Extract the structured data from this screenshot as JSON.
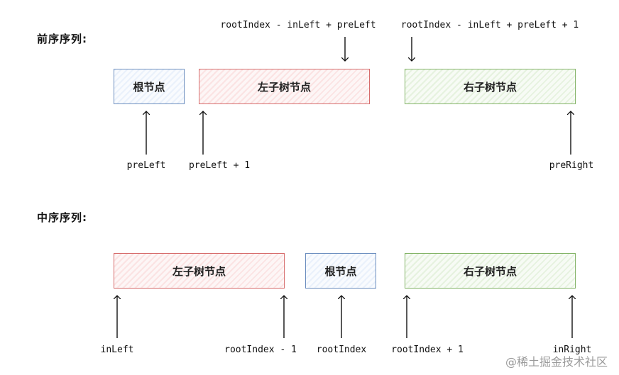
{
  "preorder": {
    "title": "前序序列:",
    "boxes": {
      "root": "根节点",
      "left": "左子树节点",
      "right": "右子树节点"
    },
    "labels": {
      "preLeft": "preLeft",
      "preLeftPlus1": "preLeft + 1",
      "preRight": "preRight",
      "leftEnd": "rootIndex - inLeft + preLeft",
      "rightStart": "rootIndex - inLeft + preLeft + 1"
    }
  },
  "inorder": {
    "title": "中序序列:",
    "boxes": {
      "left": "左子树节点",
      "root": "根节点",
      "right": "右子树节点"
    },
    "labels": {
      "inLeft": "inLeft",
      "rootIndexMinus1": "rootIndex - 1",
      "rootIndex": "rootIndex",
      "rootIndexPlus1": "rootIndex + 1",
      "inRight": "inRight"
    }
  },
  "watermark": "@稀土掘金技术社区",
  "colors": {
    "root_border": "#6c8ebf",
    "left_border": "#d66b6b",
    "right_border": "#82b366"
  }
}
